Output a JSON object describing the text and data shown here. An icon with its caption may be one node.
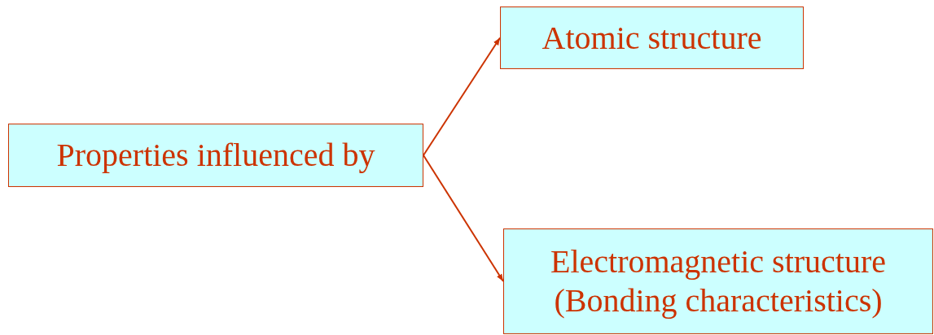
{
  "diagram": {
    "nodes": [
      {
        "text": [
          "Properties influenced by"
        ]
      },
      {
        "text": [
          "Atomic structure"
        ]
      },
      {
        "text": [
          "Electromagnetic structure (Bonding characteristics)"
        ]
      }
    ],
    "edges": [
      {
        "from": 0,
        "to": 1,
        "arrow": "to"
      },
      {
        "from": 0,
        "to": 2,
        "arrow": "to"
      }
    ]
  }
}
